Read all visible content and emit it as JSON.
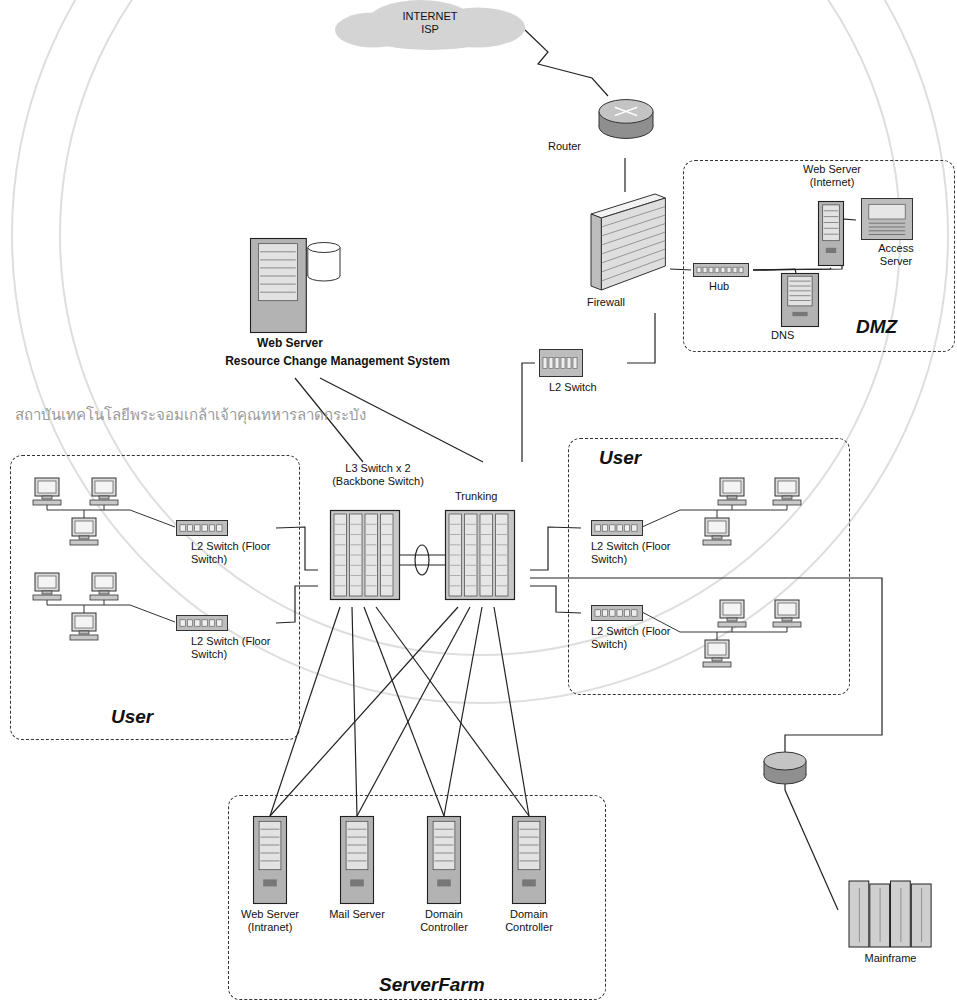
{
  "diagram": {
    "nodes": [
      {
        "text": [
          "INTERNET ISP"
        ]
      },
      {
        "text": [
          "Router"
        ]
      },
      {
        "text": [
          "DMZ"
        ]
      },
      {
        "text": [
          "Web Server (Internet)"
        ],
        "in": 2
      },
      {
        "text": [
          "Access Server"
        ],
        "in": 2
      },
      {
        "text": [
          "Hub"
        ],
        "in": 2
      },
      {
        "text": [
          "DNS"
        ],
        "in": 2
      },
      {
        "text": [
          "Firewall"
        ]
      },
      {
        "text": [
          "Web Server",
          "Resource Change Management System"
        ]
      },
      {
        "text": [
          "L2 Switch"
        ]
      },
      {
        "text": [
          "User"
        ]
      },
      {
        "text": [
          "L2 Switch (Floor Switch)"
        ],
        "in": 10
      },
      {
        "text": [
          "L2 Switch (Floor Switch)"
        ],
        "in": 10
      },
      {
        "text": [
          "User"
        ]
      },
      {
        "text": [
          "L2 Switch (Floor Switch)"
        ],
        "in": 13
      },
      {
        "text": [
          "L2 Switch (Floor Switch)"
        ],
        "in": 13
      },
      {
        "text": [
          "L3 Switch x 2 (Backbone Switch)"
        ]
      },
      {
        "text": [
          "ServerFarm"
        ]
      },
      {
        "text": [
          "Web Server (Intranet)"
        ],
        "in": 17
      },
      {
        "text": [
          "Mail Server"
        ],
        "in": 17
      },
      {
        "text": [
          "Domain Controller"
        ],
        "in": 17
      },
      {
        "text": [
          "Domain Controller"
        ],
        "in": 17
      },
      {
        "text": [
          "Mainframe"
        ]
      }
    ],
    "edges": [
      {
        "from": 0,
        "to": 1,
        "arrow": "none"
      },
      {
        "from": 1,
        "to": 7,
        "arrow": "none"
      },
      {
        "from": 7,
        "to": 5,
        "arrow": "none"
      },
      {
        "from": 5,
        "to": 3,
        "arrow": "none"
      },
      {
        "from": 5,
        "to": 4,
        "arrow": "none"
      },
      {
        "from": 5,
        "to": 6,
        "arrow": "none"
      },
      {
        "from": 7,
        "to": 9,
        "arrow": "none"
      },
      {
        "from": 9,
        "to": 16,
        "arrow": "none"
      },
      {
        "from": 8,
        "to": 16,
        "arrow": "none"
      },
      {
        "from": 8,
        "to": 16,
        "arrow": "none"
      },
      {
        "from": 11,
        "to": 16,
        "arrow": "none"
      },
      {
        "from": 12,
        "to": 16,
        "arrow": "none"
      },
      {
        "from": 14,
        "to": 16,
        "arrow": "none"
      },
      {
        "from": 15,
        "to": 16,
        "arrow": "none"
      },
      {
        "from": 16,
        "to": 18,
        "arrow": "none"
      },
      {
        "from": 16,
        "to": 19,
        "arrow": "none"
      },
      {
        "from": 16,
        "to": 20,
        "arrow": "none"
      },
      {
        "from": 16,
        "to": 21,
        "arrow": "none"
      },
      {
        "from": 16,
        "to": 18,
        "arrow": "none"
      },
      {
        "from": 16,
        "to": 19,
        "arrow": "none"
      },
      {
        "from": 16,
        "to": 20,
        "arrow": "none"
      },
      {
        "from": 16,
        "to": 21,
        "arrow": "none"
      },
      {
        "from": 16,
        "to": 22,
        "arrow": "none"
      }
    ],
    "labels": [
      "Trunking",
      "สถาบันเทคโนโลยีพระจอมเกล้าเจ้าคุณทหารลาดกระบัง"
    ]
  }
}
